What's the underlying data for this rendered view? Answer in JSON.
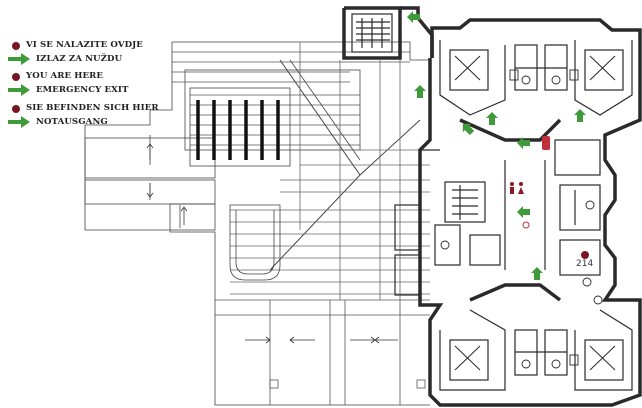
{
  "legend": {
    "groups": [
      {
        "here": "VI SE NALAZITE OVDJE",
        "exit": "IZLAZ ZA NUŽDU"
      },
      {
        "here": "YOU ARE HERE",
        "exit": "EMERGENCY EXIT"
      },
      {
        "here": "SIE BEFINDEN SICH HIER",
        "exit": "NOTAUSGANG"
      }
    ]
  },
  "room_number": "214",
  "colors": {
    "you_are_here": "#7a1522",
    "exit_arrow": "#3f9a3a",
    "walls": "#2a2a2a"
  },
  "icons": {
    "you_are_here": "red-dot",
    "emergency_exit": "green-arrow-icon",
    "toilets": "restroom-icon",
    "fire_extinguisher": "fire-extinguisher-icon"
  }
}
